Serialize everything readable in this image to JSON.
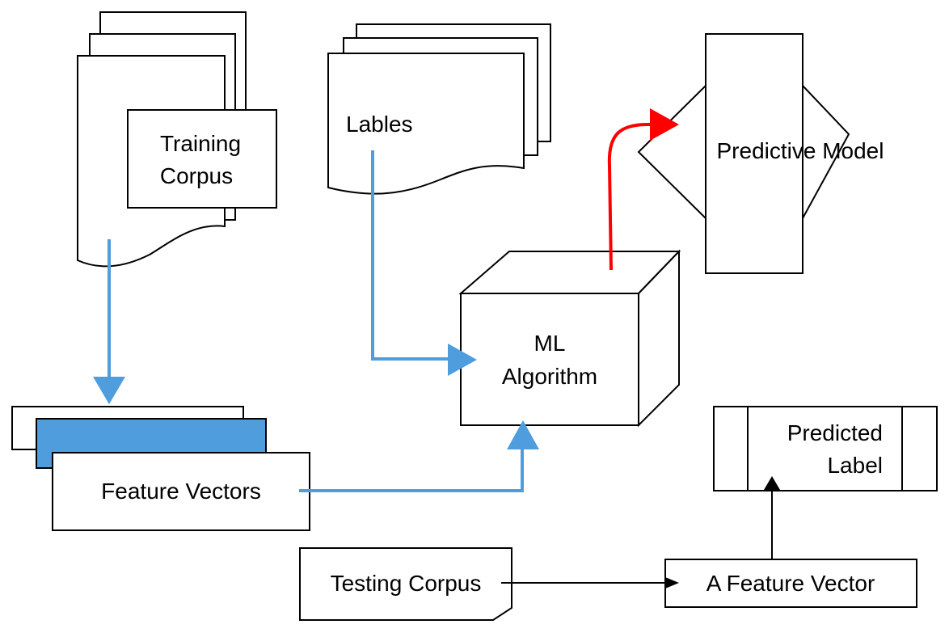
{
  "labels": {
    "training_corpus_line1": "Training",
    "training_corpus_line2": "Corpus",
    "lables": "Lables",
    "predictive_model": "Predictive Model",
    "ml_line1": "ML",
    "ml_line2": "Algorithm",
    "feature_vectors": "Feature Vectors",
    "predicted_line1": "Predicted",
    "predicted_line2": "Label",
    "testing_corpus": "Testing Corpus",
    "a_feature_vector": "A Feature Vector"
  },
  "colors": {
    "stroke": "#000000",
    "blue_arrow": "#4f9ddc",
    "blue_fill": "#4f9ddc",
    "red_arrow": "#ff0000",
    "background": "#ffffff"
  }
}
